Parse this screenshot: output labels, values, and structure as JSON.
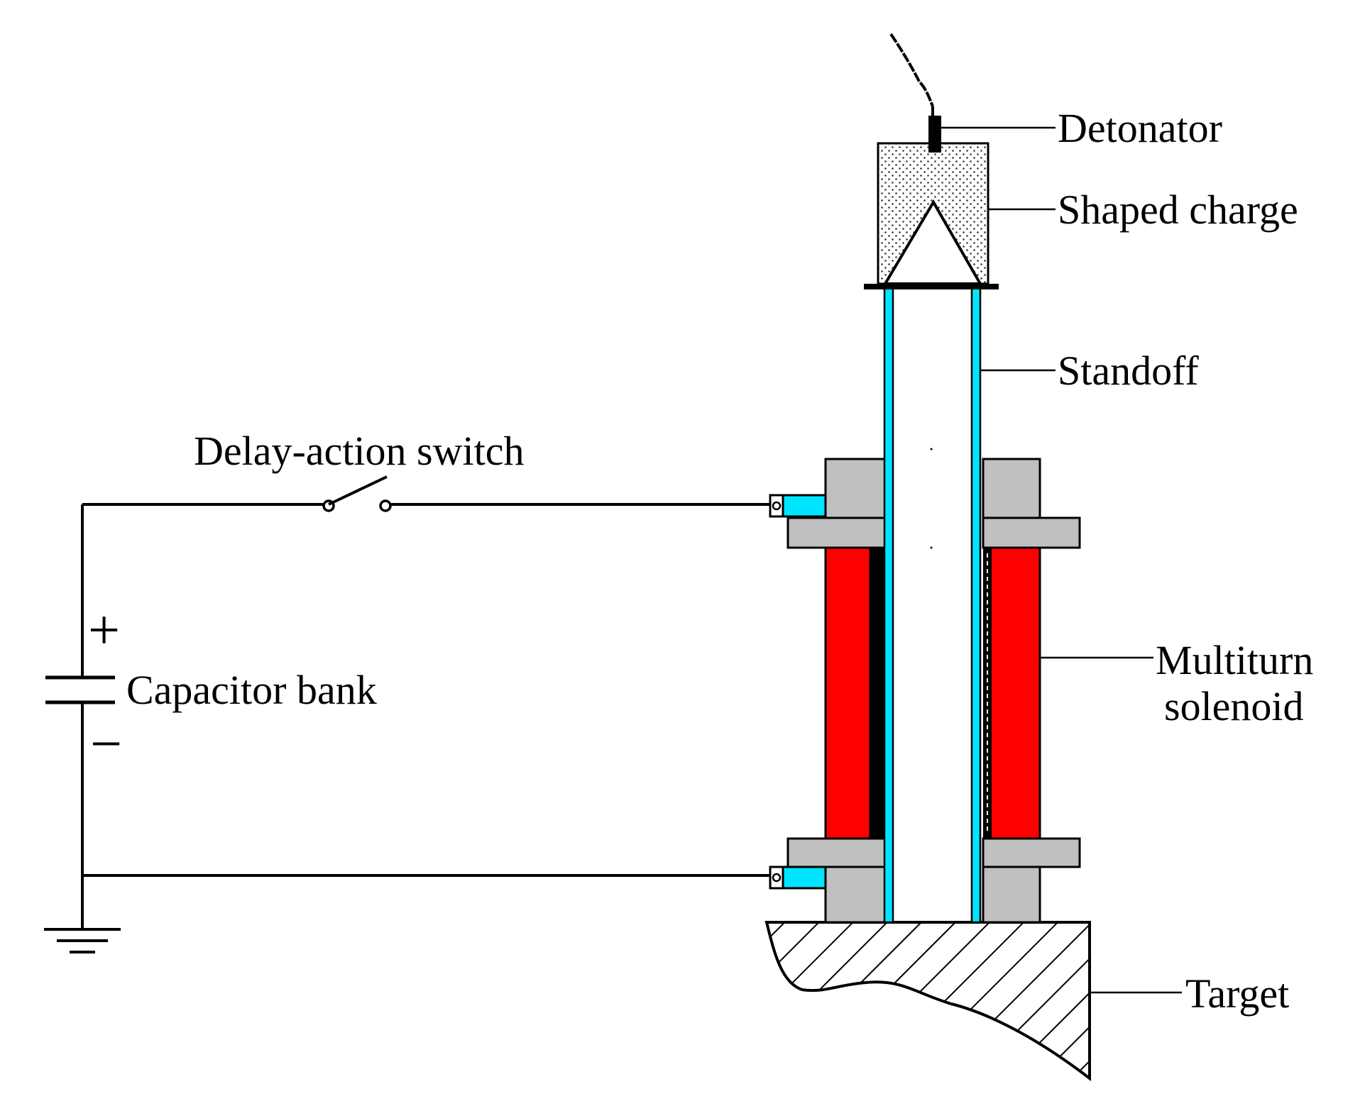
{
  "labels": {
    "detonator": "Detonator",
    "shaped_charge": "Shaped charge",
    "standoff": "Standoff",
    "delay_switch": "Delay-action switch",
    "capacitor_bank": "Capacitor bank",
    "solenoid_line1": "Multiturn",
    "solenoid_line2": "solenoid",
    "target": "Target",
    "plus": "+",
    "minus": "−"
  },
  "colors": {
    "solenoid": "#ff0000",
    "standoff_tube": "#00e5ff",
    "flange": "#c0c0c0",
    "terminal": "#00e5ff",
    "line": "#000000"
  }
}
